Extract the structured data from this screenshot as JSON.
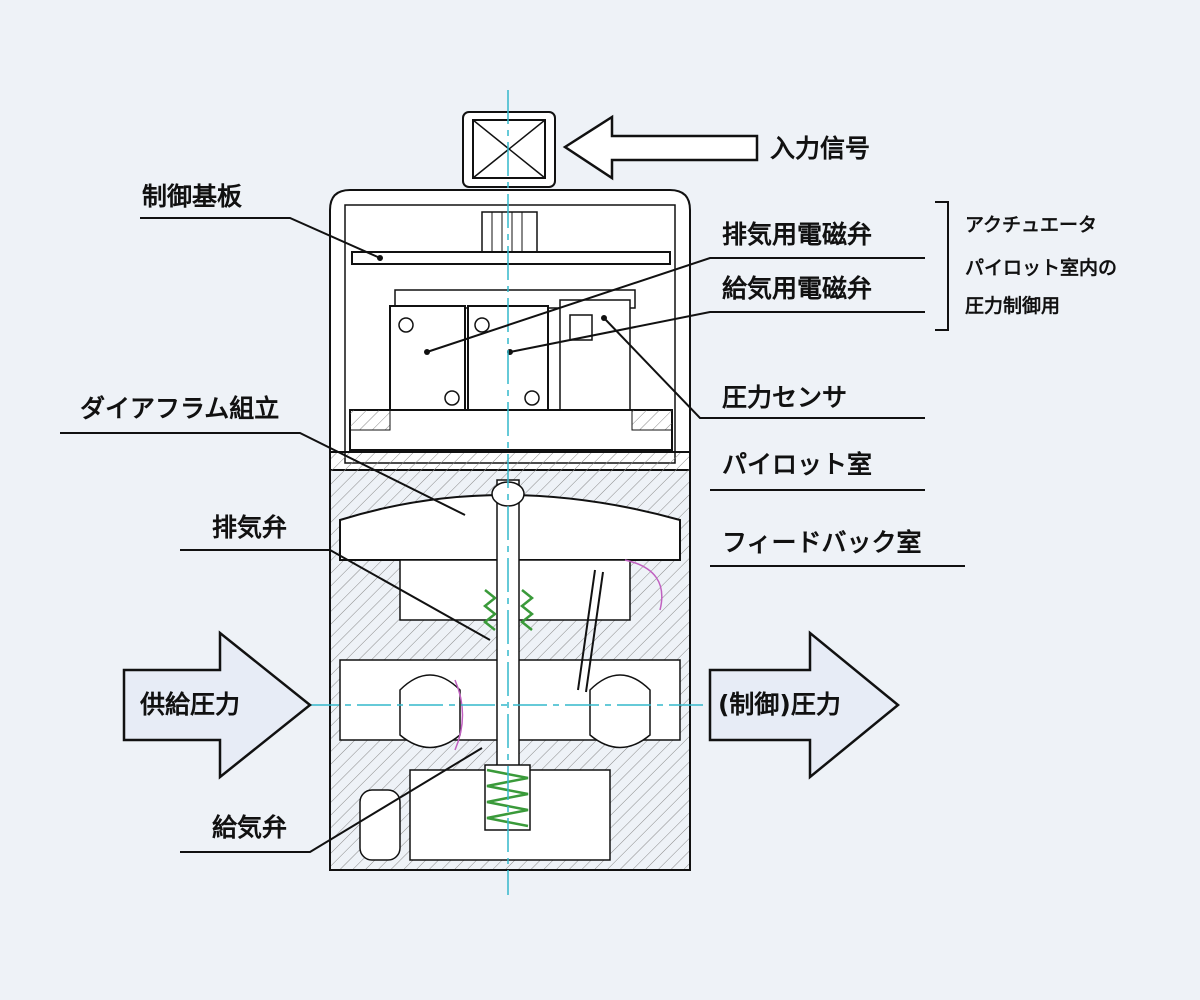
{
  "labels": {
    "input_signal": "入力信号",
    "control_board": "制御基板",
    "exhaust_solenoid": "排気用電磁弁",
    "supply_solenoid": "給気用電磁弁",
    "pilot_control_note": [
      "アクチュエータ",
      "パイロット室内の",
      "圧力制御用"
    ],
    "pressure_sensor": "圧力センサ",
    "diaphragm_assembly": "ダイアフラム組立",
    "pilot_chamber": "パイロット室",
    "exhaust_valve": "排気弁",
    "feedback_chamber": "フィードバック室",
    "supply_pressure": "供給圧力",
    "control_pressure": "(制御)圧力",
    "supply_valve": "給気弁"
  },
  "colors": {
    "background": "#eef2f7",
    "arrow_fill": "#e7ecf6",
    "centerline": "#33b8cc",
    "line": "#111111",
    "hatch": "#888888",
    "spring": "#3a9a3a",
    "accent": "#c060c0"
  }
}
